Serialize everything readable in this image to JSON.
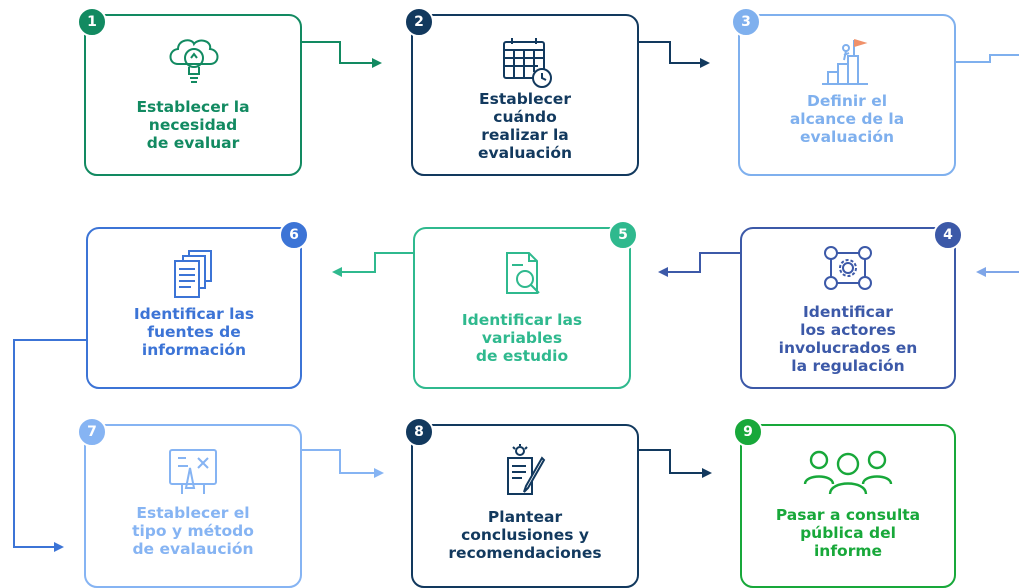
{
  "steps": [
    {
      "num": "1",
      "title": "Establecer la\nnecesidad\nde evaluar",
      "color": "#128a61",
      "icon": "lightbulb-brain-icon"
    },
    {
      "num": "2",
      "title": "Establecer\ncuándo\nrealizar la\nevaluación",
      "color": "#12395e",
      "icon": "calendar-clock-icon"
    },
    {
      "num": "3",
      "title": "Definir el\nalcance de la\nevaluación",
      "color": "#7fb0ee",
      "icon": "summit-flag-icon"
    },
    {
      "num": "4",
      "title": "Identificar\nlos actores\ninvolucrados en\nla regulación",
      "color": "#3c59a8",
      "icon": "network-people-icon"
    },
    {
      "num": "5",
      "title": "Identificar las\nvariables\nde estudio",
      "color": "#2fb98e",
      "icon": "document-magnifier-icon"
    },
    {
      "num": "6",
      "title": "Identificar las\nfuentes de\ninformación",
      "color": "#3c74d6",
      "icon": "documents-stack-icon"
    },
    {
      "num": "7",
      "title": "Establecer el\ntipo y método\nde evalaución",
      "color": "#86b4f3",
      "icon": "math-board-icon"
    },
    {
      "num": "8",
      "title": "Plantear\nconclusiones y\nrecomendaciones",
      "color": "#12395e",
      "icon": "writing-idea-icon"
    },
    {
      "num": "9",
      "title": "Pasar a consulta\npública del\ninforme",
      "color": "#18a83a",
      "icon": "people-group-icon"
    }
  ]
}
